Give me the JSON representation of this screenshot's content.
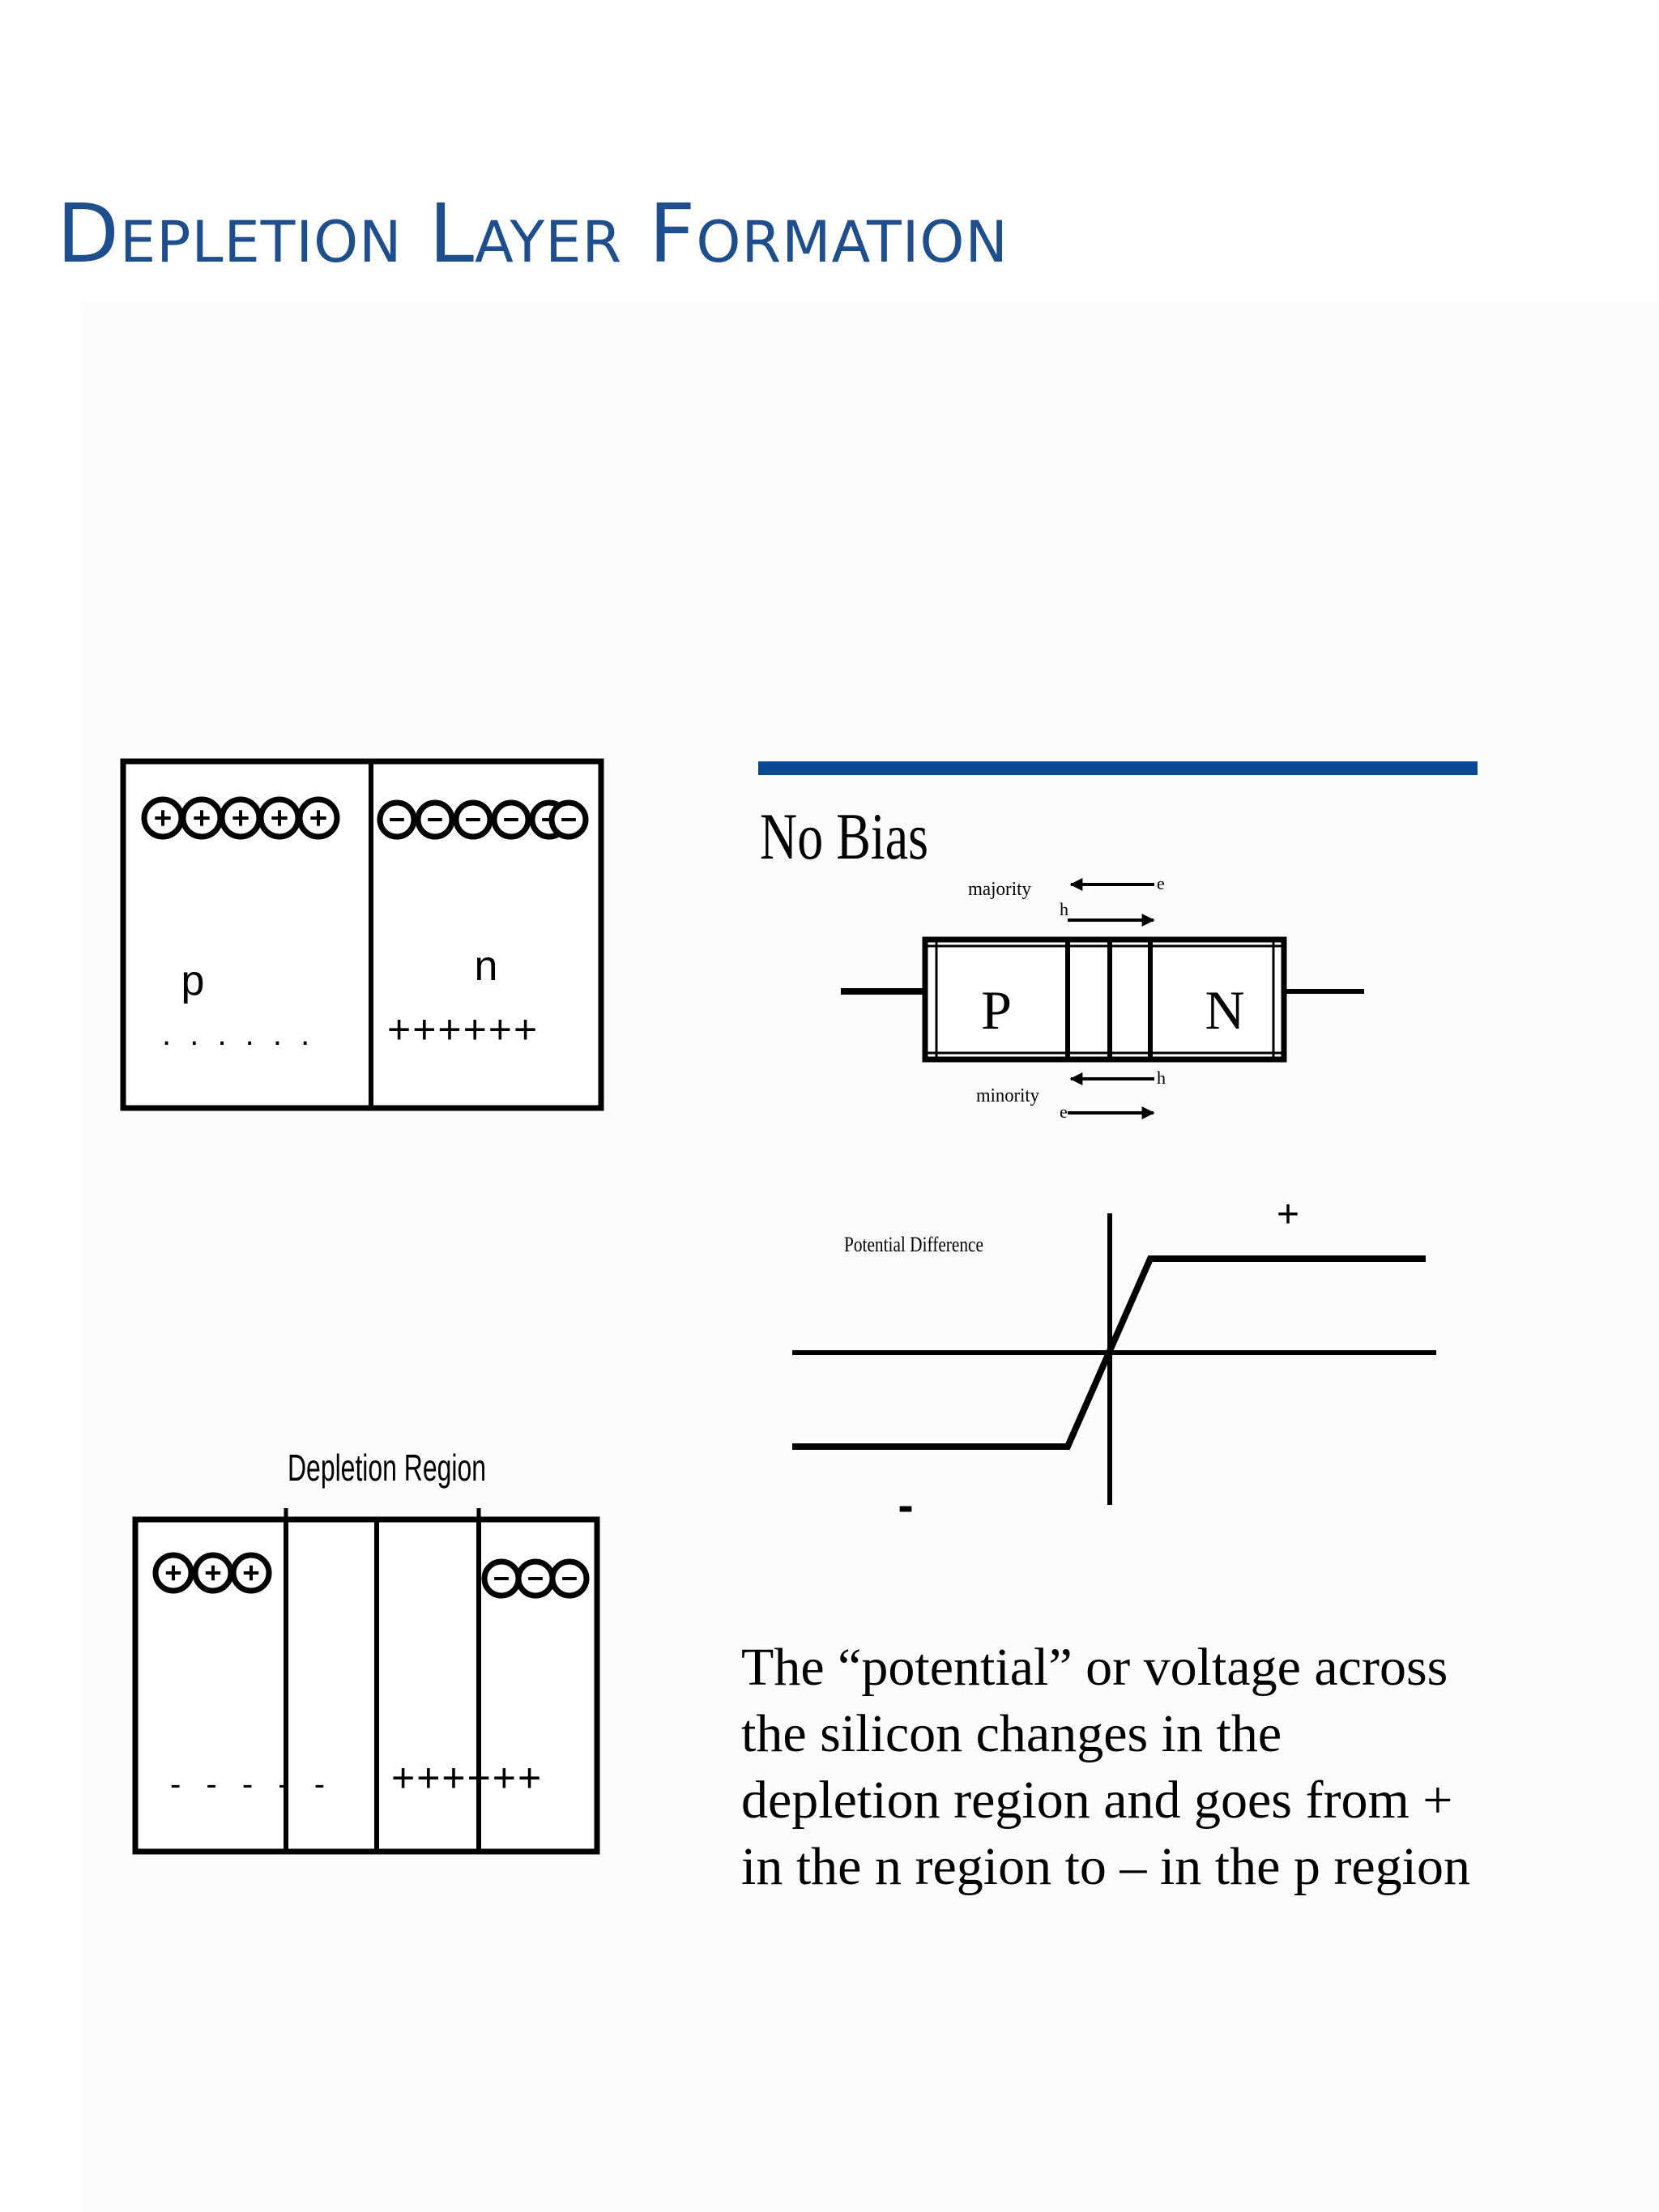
{
  "slide": {
    "title": "Depletion Layer Formation"
  },
  "top_left_diagram": {
    "p_label": "p",
    "n_label": "n",
    "p_charges": ". . . . . .",
    "n_charges": "++++++"
  },
  "bottom_left_diagram": {
    "region_label": "Depletion Region",
    "left_charges": "- - - - -",
    "right_charges": "++++++"
  },
  "no_bias_diagram": {
    "title": "No Bias",
    "p_label": "P",
    "n_label": "N",
    "majority_label": "majority",
    "minority_label": "minority",
    "top_arrow_left": "e",
    "top_arrow_right": "h",
    "bottom_arrow_left": "h",
    "bottom_arrow_right": "e",
    "accent_color": "#0b4a8f"
  },
  "potential_graph": {
    "label": "Potential Difference",
    "plus_sign": "+",
    "minus_sign": "-"
  },
  "caption": {
    "line1": "The “potential” or voltage across",
    "line2": "the silicon changes in the",
    "line3": "depletion region and goes from +",
    "line4": "in the n region to – in the p region"
  }
}
